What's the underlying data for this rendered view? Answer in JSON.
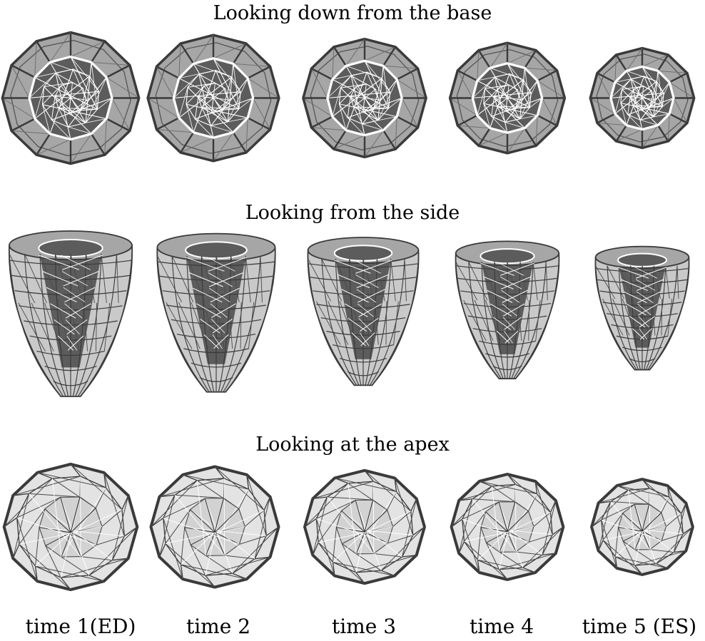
{
  "rows": [
    {
      "title": "Looking down from the base",
      "view": "base"
    },
    {
      "title": "Looking from the side",
      "view": "side"
    },
    {
      "title": "Looking at the apex",
      "view": "apex"
    }
  ],
  "time_labels": [
    "time 1(ED)",
    "time 2",
    "time 3",
    "time 4",
    "time 5 (ES)"
  ],
  "relative_size": [
    1.0,
    0.96,
    0.9,
    0.84,
    0.76
  ],
  "colors": {
    "outer_fill": "#a6a6a6",
    "inner_fill": "#5c5c5c",
    "outer_edge": "#3a3a3a",
    "inner_edge": "#ffffff",
    "apex_fill": "#e3e3e3"
  }
}
